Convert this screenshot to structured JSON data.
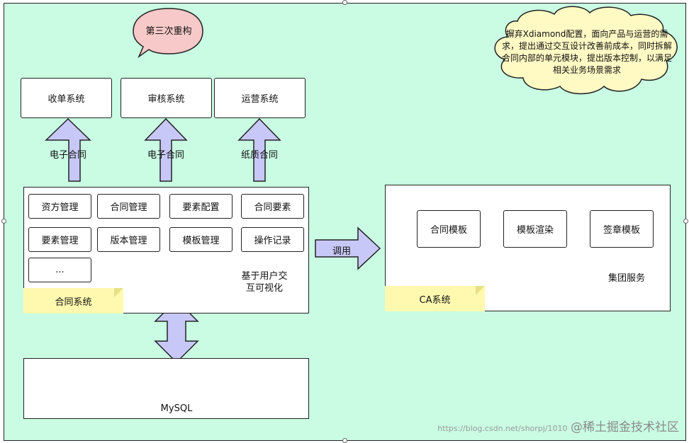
{
  "bubble_top": "第三次重构",
  "cloud_note": "摒弃Xdiamond配置，面向产品与运营的需求，提出通过交互设计改善前成本，同时拆解合同内部的单元模块，提出版本控制，以满足相关业务场景需求",
  "top_systems": [
    "收单系统",
    "审核系统",
    "运营系统"
  ],
  "arrow_labels": [
    "电子合同",
    "电子合同",
    "纸质合同"
  ],
  "contract_modules": [
    "资方管理",
    "合同管理",
    "要素配置",
    "合同要素",
    "要素管理",
    "版本管理",
    "模板管理",
    "操作记录",
    "..."
  ],
  "contract_note": "合同系统",
  "contract_bubble": "基于用户交互可视化",
  "call_label": "调用",
  "ca_modules": [
    "合同模板",
    "模板渲染",
    "签章模板"
  ],
  "ca_note": "CA系统",
  "ca_bubble": "集团服务",
  "db_label": "MySQL",
  "watermark_main": "@稀土掘金技术社区",
  "watermark_url": "https://blog.csdn.net/shorpj/1010"
}
